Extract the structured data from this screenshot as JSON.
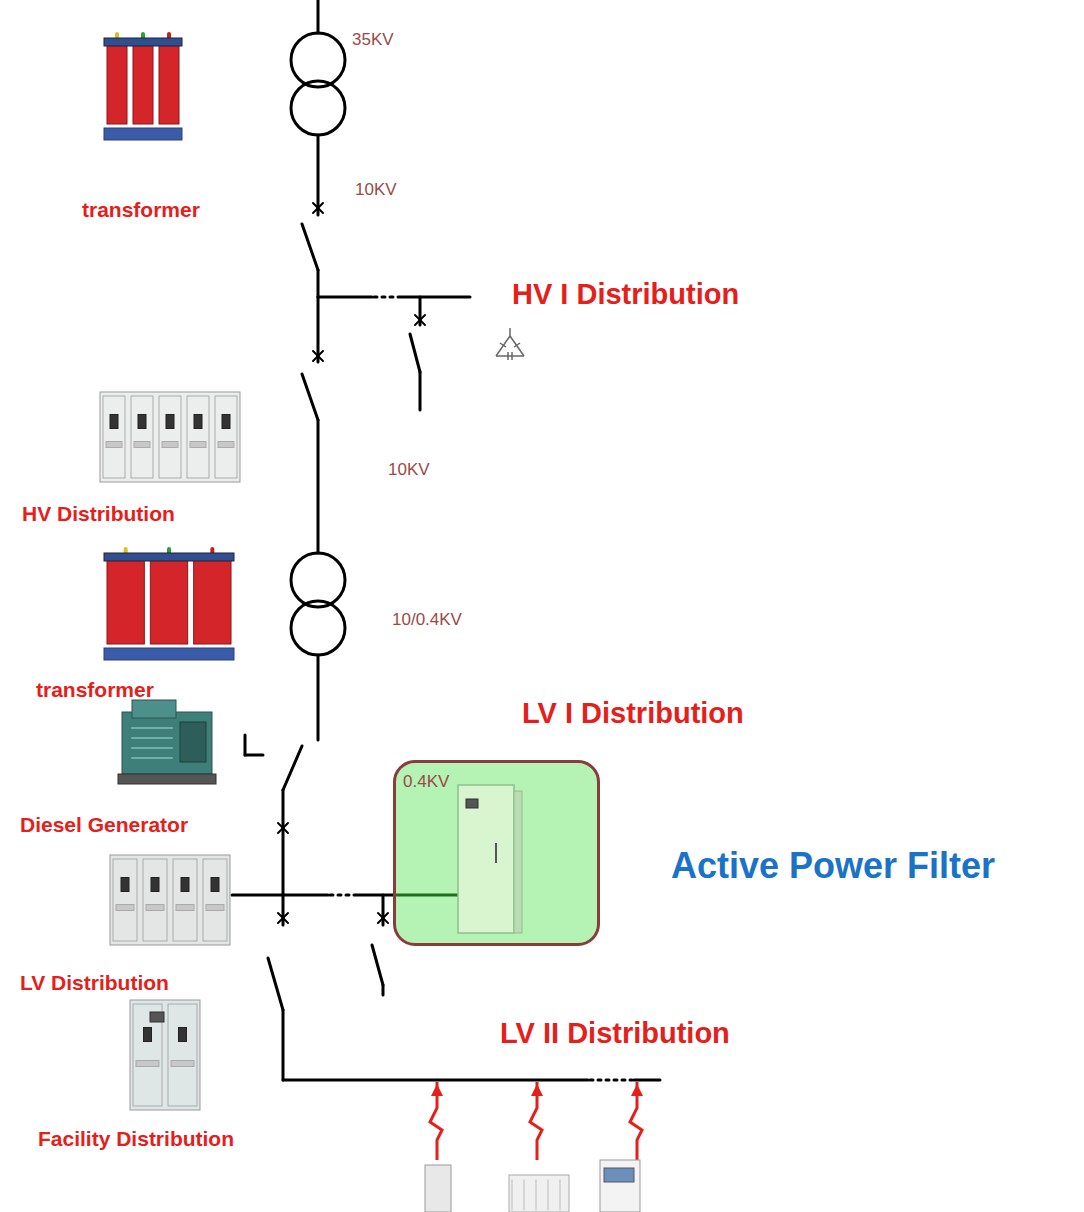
{
  "diagram": {
    "nodes": [
      {
        "text": [
          "Active Power Filter"
        ]
      }
    ],
    "labels": [
      "35KV",
      "10KV",
      "transformer",
      "HV I Distribution",
      "10KV",
      "HV Distribution",
      "10/0.4KV",
      "transformer",
      "LV I Distribution",
      "Diesel Generator",
      "0.4KV",
      "LV Distribution",
      "LV II Distribution",
      "Facility Distribution"
    ]
  }
}
